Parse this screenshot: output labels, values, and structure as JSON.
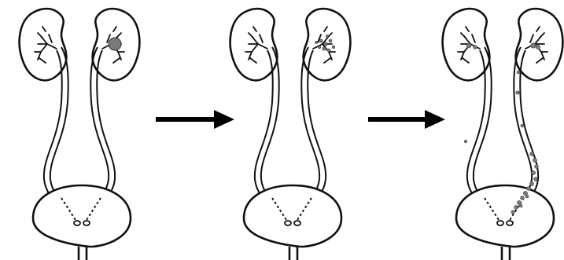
{
  "figure": {
    "background": "#ffffff",
    "ink_color": "#111111",
    "stone_color": "#7a7a7a",
    "panel_count": 3
  },
  "panels": [
    {
      "stage": "stone-in-kidney",
      "stone_location": "renal-pelvis-right"
    },
    {
      "stage": "stone-fragmented",
      "stone_location": "renal-pelvis-right"
    },
    {
      "stage": "fragments-passing",
      "stone_location": "ureter-and-bladder"
    }
  ],
  "arrows": [
    {
      "from_panel": 1,
      "to_panel": 2,
      "direction": "right"
    },
    {
      "from_panel": 2,
      "to_panel": 3,
      "direction": "right"
    }
  ]
}
